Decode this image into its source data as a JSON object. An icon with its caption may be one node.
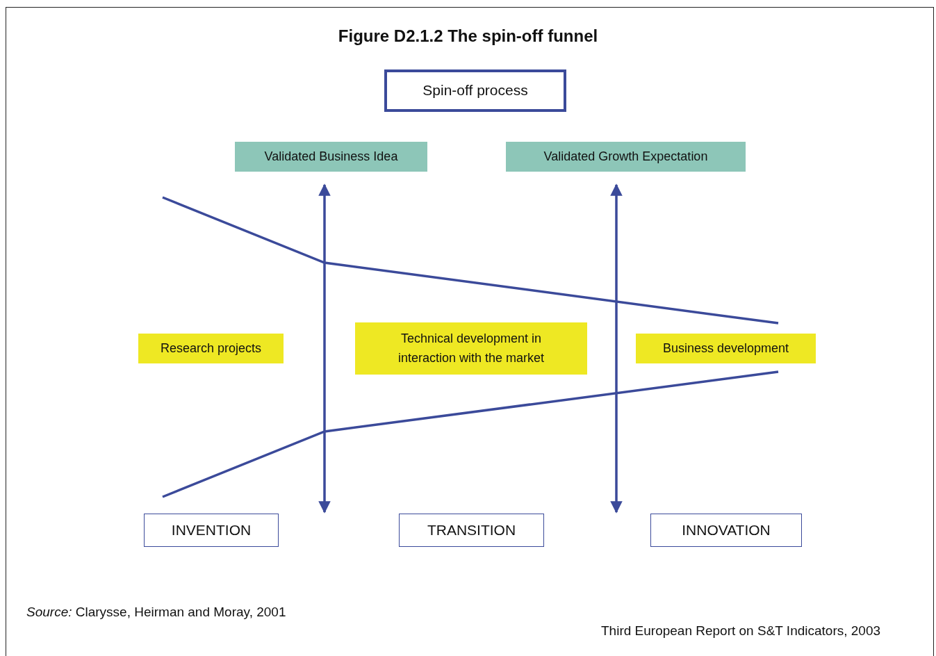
{
  "diagram": {
    "title": "Figure D2.1.2 The spin-off funnel",
    "nodes": [
      {
        "text": [
          "Spin-off process"
        ]
      },
      {
        "text": [
          "Validated Business Idea"
        ]
      },
      {
        "text": [
          "Validated Growth Expectation"
        ]
      },
      {
        "text": [
          "Research projects"
        ]
      },
      {
        "text": [
          "Technical development in interaction with the market"
        ]
      },
      {
        "text": [
          "Business development"
        ]
      },
      {
        "text": [
          "INVENTION"
        ]
      },
      {
        "text": [
          "TRANSITION"
        ]
      },
      {
        "text": [
          "INNOVATION"
        ]
      }
    ],
    "labels": [
      "*Source:* Clarysse, Heirman and Moray, 2001",
      "Third European Report on S&T Indicators, 2003"
    ]
  }
}
